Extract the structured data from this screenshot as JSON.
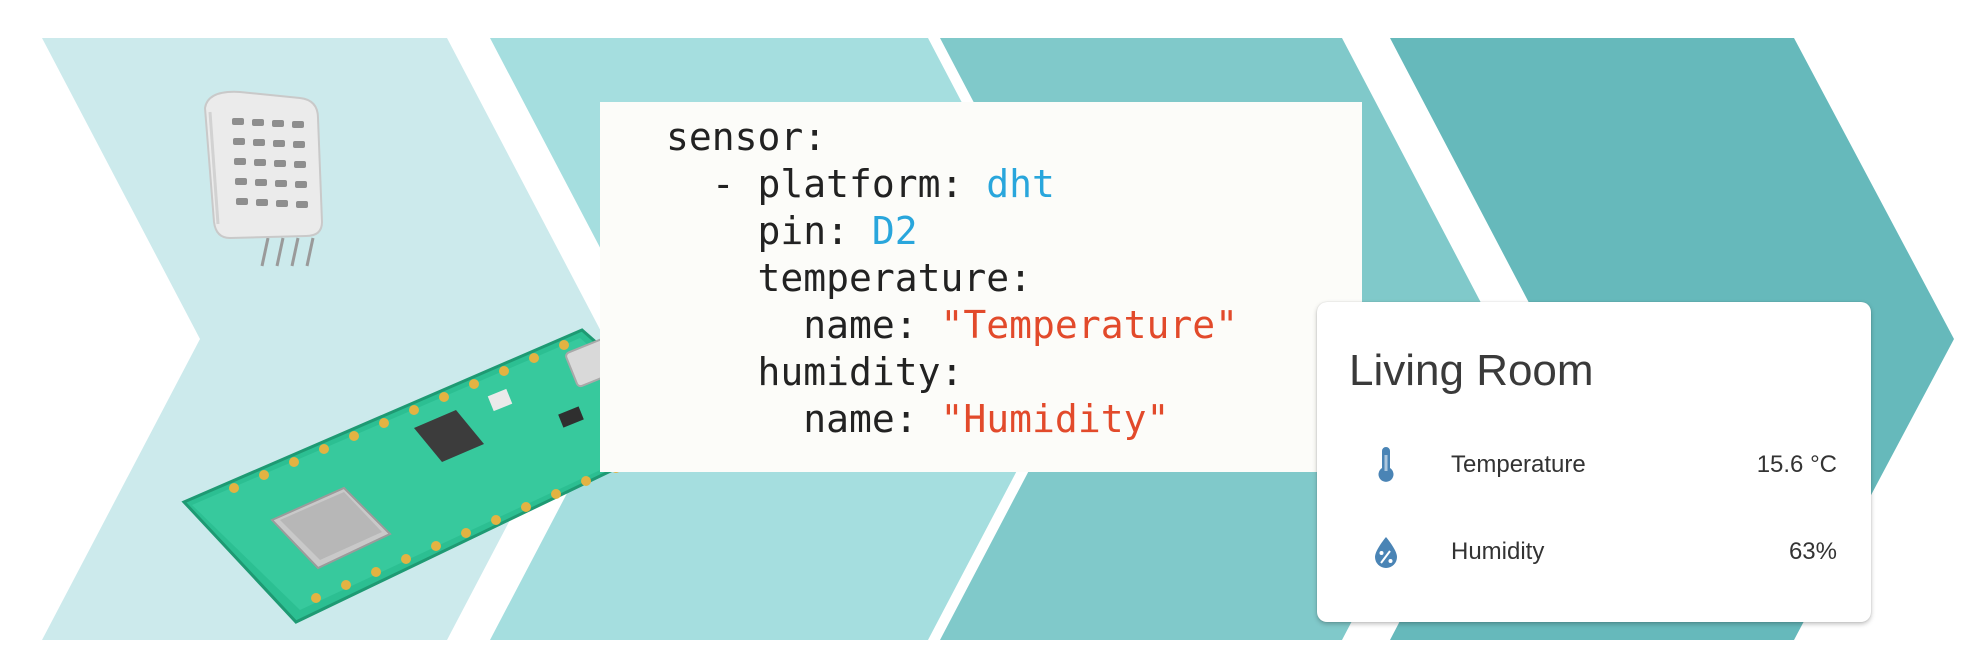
{
  "colors": {
    "chevron_1": "#cceaec",
    "chevron_2": "#a5dedf",
    "chevron_3": "#80c9ca",
    "chevron_4": "#66b9bb",
    "code_key": "#222222",
    "code_value": "#29a6dc",
    "code_string": "#e24a2b",
    "icon": "#4a84b5"
  },
  "devices": {
    "sensor_module": "dht22-sensor",
    "board": "raspberry-pi-pico-w"
  },
  "code": {
    "line1": {
      "key": "sensor:"
    },
    "line2": {
      "key": "  - platform: ",
      "value": "dht"
    },
    "line3": {
      "key": "    pin: ",
      "value": "D2"
    },
    "line4": {
      "key": "    temperature:"
    },
    "line5": {
      "key": "      name: ",
      "value": "\"Temperature\""
    },
    "line6": {
      "key": "    humidity:"
    },
    "line7": {
      "key": "      name: ",
      "value": "\"Humidity\""
    }
  },
  "card": {
    "title": "Living Room",
    "rows": [
      {
        "icon": "thermometer-icon",
        "label": "Temperature",
        "value": "15.6 °C"
      },
      {
        "icon": "water-percent-icon",
        "label": "Humidity",
        "value": "63%"
      }
    ]
  }
}
